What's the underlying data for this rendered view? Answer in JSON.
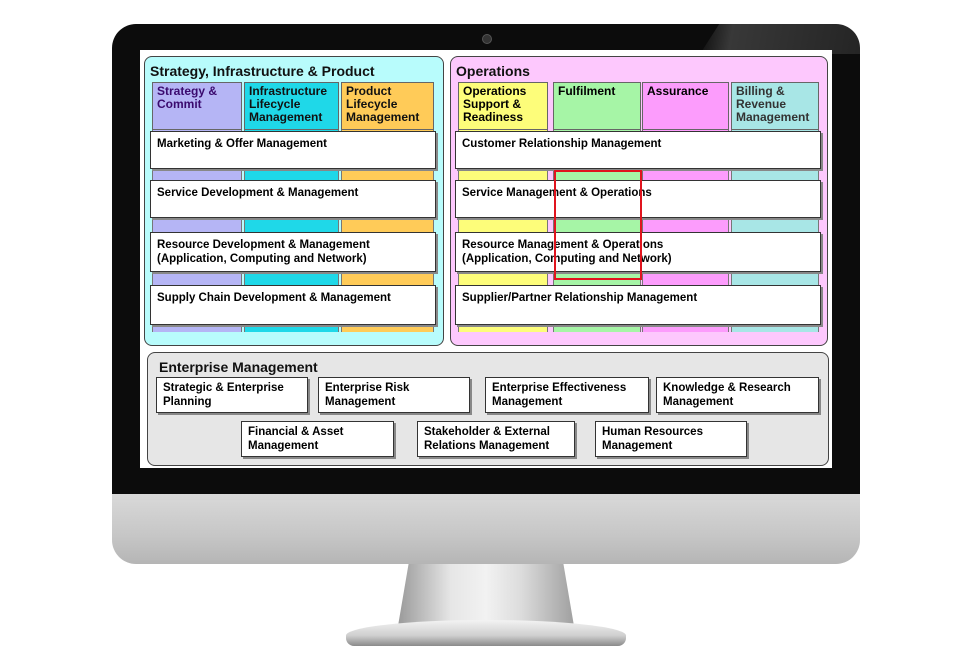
{
  "sip": {
    "title": "Strategy, Infrastructure & Product",
    "columns": [
      {
        "label": "Strategy & Commit",
        "color": "#b5b5f5"
      },
      {
        "label": "Infrastructure Lifecycle Management",
        "color": "#1fd8e8"
      },
      {
        "label": "Product Lifecycle Management",
        "color": "#ffcb58"
      }
    ],
    "processes": [
      "Marketing & Offer Management",
      "Service Development & Management",
      "Resource Development & Management (Application, Computing and Network)",
      "Supply Chain Development & Management"
    ],
    "panel_color": "#b8fcfc"
  },
  "ops": {
    "title": "Operations",
    "columns": [
      {
        "label": "Operations Support & Readiness",
        "color": "#fdfd7a"
      },
      {
        "label": "Fulfilment",
        "color": "#a6f5a6"
      },
      {
        "label": "Assurance",
        "color": "#fc9cfc"
      },
      {
        "label": "Billing & Revenue Management",
        "color": "#a8e6e6"
      }
    ],
    "processes": [
      "Customer Relationship Management",
      "Service Management & Operations",
      "Resource Management & Operations (Application, Computing and Network)",
      "Supplier/Partner Relationship Management"
    ],
    "panel_color": "#fdc8fd"
  },
  "em": {
    "title": "Enterprise Management",
    "boxes": [
      "Strategic & Enterprise Planning",
      "Enterprise Risk Management",
      "Enterprise Effectiveness Management",
      "Knowledge & Research Management",
      "Financial & Asset Management",
      "Stakeholder & External Relations Management",
      "Human Resources Management"
    ],
    "panel_color": "#e6e6e6"
  },
  "highlight_color": "#e0141e"
}
